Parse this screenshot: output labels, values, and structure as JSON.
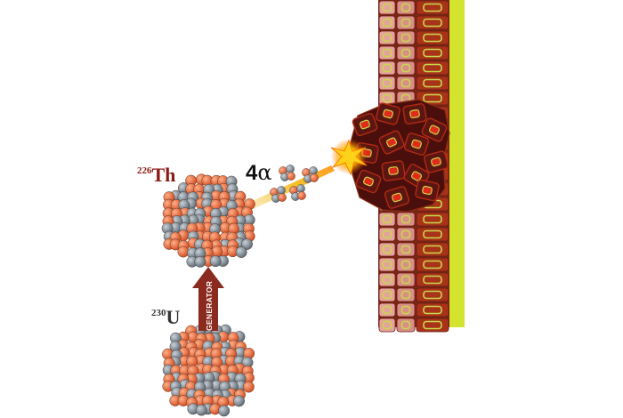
{
  "thorium": {
    "mass": "226",
    "symbol": "Th",
    "color": "#8b1a14"
  },
  "uranium": {
    "mass": "230",
    "symbol": "U",
    "color": "#333333"
  },
  "alpha": {
    "count": "4",
    "symbol": "α"
  },
  "generator": {
    "label": "GENERATOR",
    "color": "#8b2a1e"
  },
  "colors": {
    "proton": "#e8622b",
    "neutron": "#7d8a94",
    "tissue_outer": "#9c2b16",
    "tissue_pink": "#e8a0a0",
    "tissue_green": "#c8d84a",
    "membrane": "#d8e830",
    "damaged_cell": "#5a1410",
    "beam": "#f5b400"
  }
}
